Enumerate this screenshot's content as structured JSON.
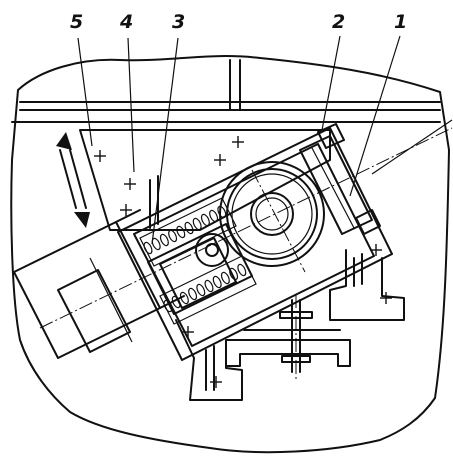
{
  "callouts": [
    {
      "id": "5",
      "text": "5"
    },
    {
      "id": "4",
      "text": "4"
    },
    {
      "id": "3",
      "text": "3"
    },
    {
      "id": "2",
      "text": "2"
    },
    {
      "id": "1",
      "text": "1"
    }
  ]
}
